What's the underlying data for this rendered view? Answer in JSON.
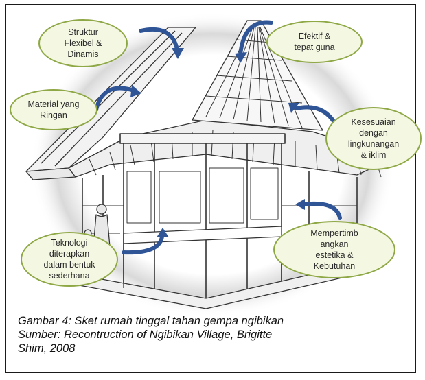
{
  "figure": {
    "labels": [
      {
        "id": "struktur",
        "text": "Struktur\nFlexibel &\nDinamis"
      },
      {
        "id": "efektif",
        "text": "Efektif &\ntepat guna"
      },
      {
        "id": "material",
        "text": "Material yang\nRingan"
      },
      {
        "id": "kesesuaian",
        "text": "Kesesuaian\ndengan\nlingkunangan\n& iklim"
      },
      {
        "id": "teknologi",
        "text": "Teknologi\nditerapkan\ndalam bentuk\nsederhana"
      },
      {
        "id": "mempertimbangkan",
        "text": "Mempertimb\nangkan\nestetika &\nKebutuhan"
      }
    ],
    "colors": {
      "bubble_border": "#8fa846",
      "bubble_fill": "#f4f7e2",
      "arrow": "#2f5597",
      "sketch_line": "#333333"
    }
  },
  "caption": {
    "line1": "Gambar 4: Sket rumah tinggal tahan gempa ngibikan",
    "line2": "Sumber: Recontruction of Ngibikan Village, Brigitte\nShim, 2008"
  }
}
